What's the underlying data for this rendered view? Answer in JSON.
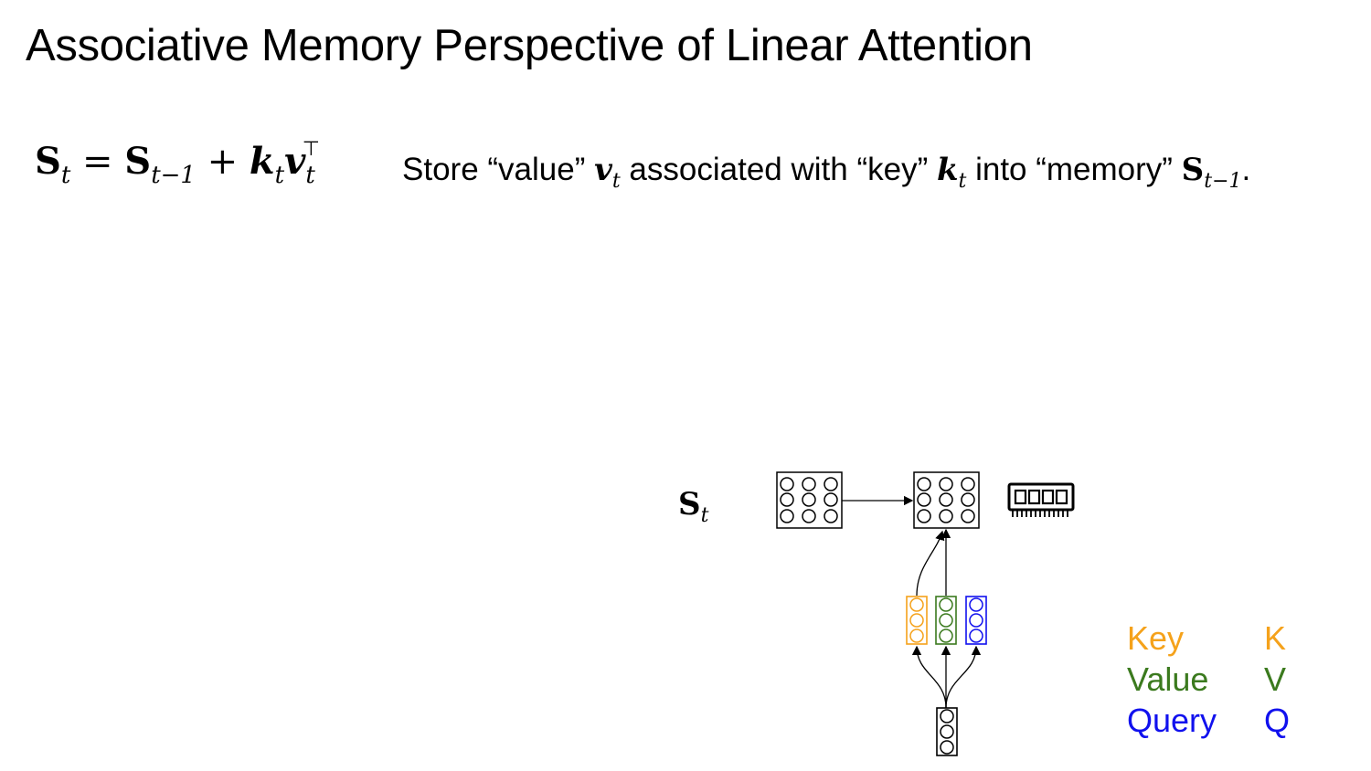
{
  "slide": {
    "title": "Associative Memory Perspective of Linear Attention"
  },
  "equation": {
    "S": "S",
    "t": "t",
    "eq": " = ",
    "t_minus_1": "t−1",
    "plus": " + ",
    "k": "k",
    "v": "v",
    "transpose": "⊤"
  },
  "explanation": {
    "part1": "Store “value” ",
    "v": "v",
    "v_sub": "t",
    "part2": " associated with “key” ",
    "k": "k",
    "k_sub": "t",
    "part3": " into “memory” ",
    "S": "S",
    "S_sub": "t−1",
    "period": "."
  },
  "diagram": {
    "state_label": "S",
    "state_sub": "t",
    "colors": {
      "key": "#f5a21b",
      "value": "#3b7a1e",
      "query": "#1111ee",
      "outline": "#000000"
    },
    "icons": [
      "memory-chip-icon"
    ]
  },
  "legend": {
    "items": [
      {
        "name": "Key",
        "symbol": "K",
        "color": "#f5a21b"
      },
      {
        "name": "Value",
        "symbol": "V",
        "color": "#3b7a1e"
      },
      {
        "name": "Query",
        "symbol": "Q",
        "color": "#1111ee"
      }
    ]
  }
}
